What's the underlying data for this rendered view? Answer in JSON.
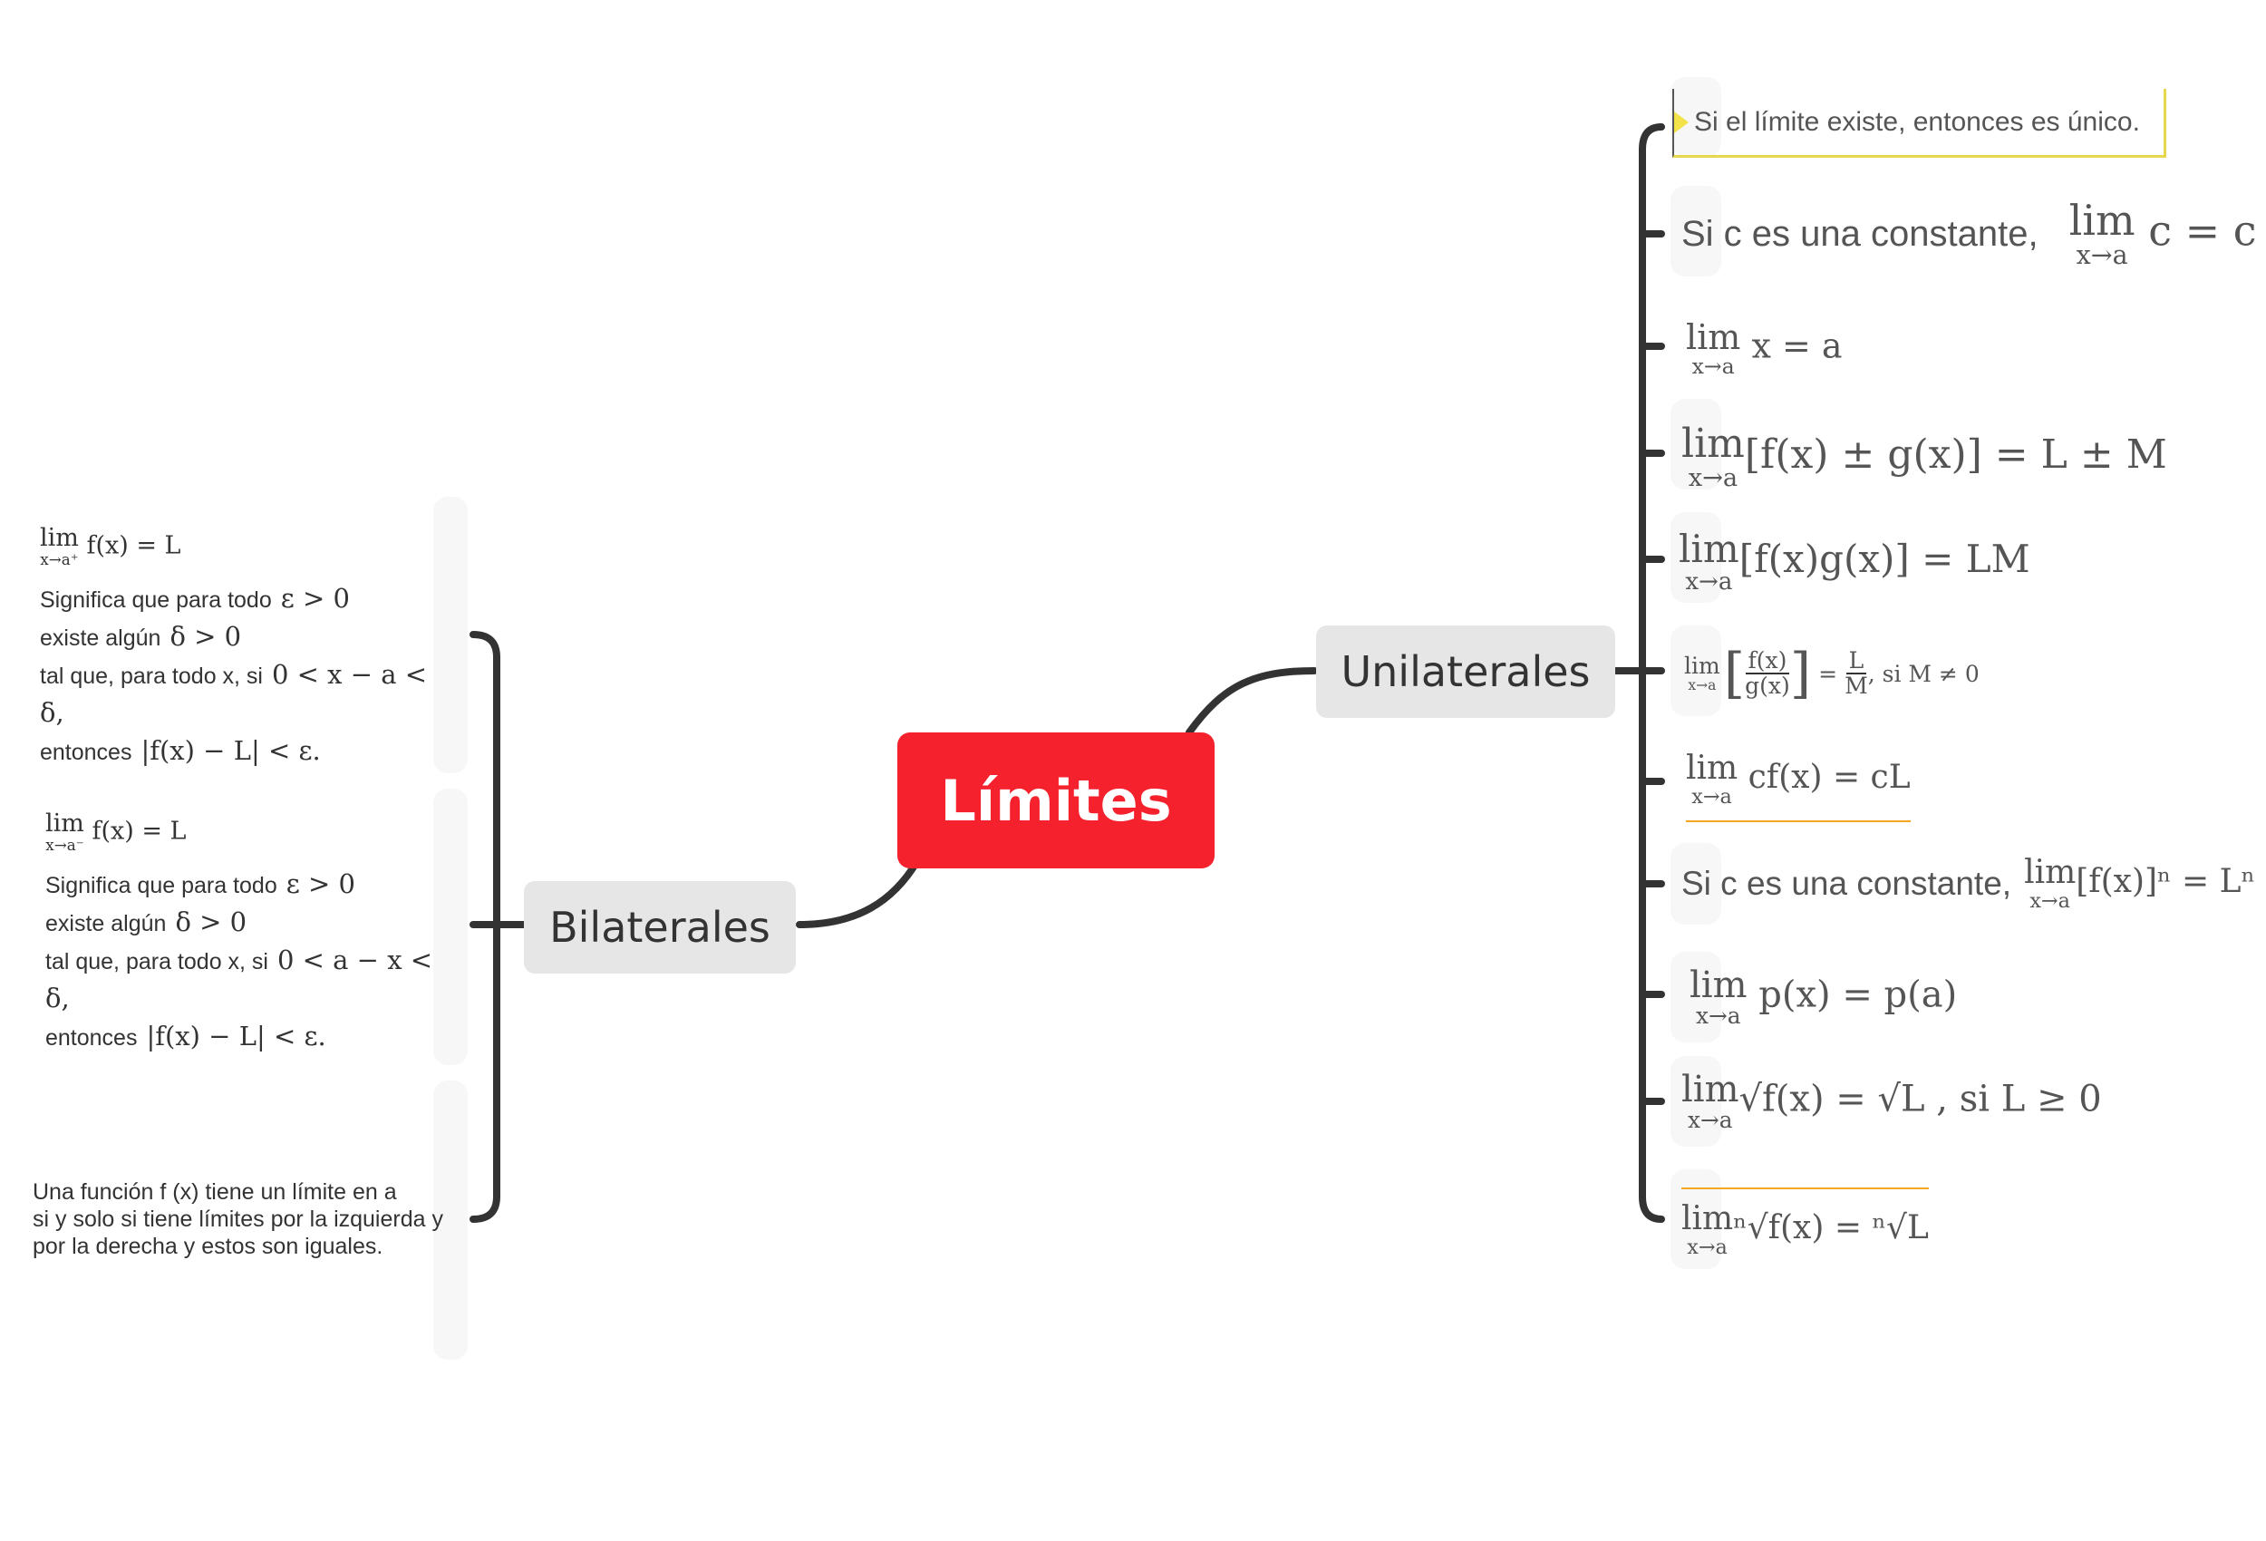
{
  "central": {
    "label": "Límites"
  },
  "branches": {
    "unilaterales": {
      "label": "Unilaterales"
    },
    "bilaterales": {
      "label": "Bilaterales"
    }
  },
  "left_leaves": {
    "right_limit": {
      "lim_word": "lim",
      "lim_sub": "x→a⁺",
      "lim_rhs": "f(x) = L",
      "line1_text": "Significa que para todo",
      "line1_math": "ε > 0",
      "line2_text": "existe algún",
      "line2_math": "δ > 0",
      "line3_text": "tal que, para todo x, si",
      "line3_math": "0 < x − a < δ,",
      "line4_text": "entonces",
      "line4_math": "|f(x) − L| < ε."
    },
    "left_limit": {
      "lim_word": "lim",
      "lim_sub": "x→a⁻",
      "lim_rhs": "f(x) = L",
      "line1_text": "Significa que para todo",
      "line1_math": "ε > 0",
      "line2_text": "existe algún",
      "line2_math": "δ > 0",
      "line3_text": "tal que, para todo x, si",
      "line3_math": "0 < a − x < δ,",
      "line4_text": "entonces",
      "line4_math": "|f(x) − L| < ε."
    },
    "existence": {
      "line1": "Una función f (x)  tiene un límite en a",
      "line2": "si y solo si tiene  límites por la izquierda y",
      "line3": "por la derecha y estos son iguales."
    }
  },
  "right_leaves": {
    "unique": "Si el límite existe, entonces es único.",
    "constant_text": "Si c es una constante,",
    "constant_lim": "lim",
    "constant_sub": "x→a",
    "constant_rhs": "c = c",
    "identity_lim": "lim",
    "identity_sub": "x→a",
    "identity_rhs": "x = a",
    "sum_lim": "lim",
    "sum_sub": "x→a",
    "sum_rhs": "[f(x) ± g(x)] = L ± M",
    "product_lim": "lim",
    "product_sub": "x→a",
    "product_rhs": "[f(x)g(x)] = LM",
    "quotient_lim": "lim",
    "quotient_sub": "x→a",
    "quotient_num": "f(x)",
    "quotient_den": "g(x)",
    "quotient_eq": "=",
    "quotient_rnum": "L",
    "quotient_rden": "M",
    "quotient_cond": ",  si M ≠ 0",
    "scalar_lim": "lim",
    "scalar_sub": "x→a",
    "scalar_rhs": "cf(x) = cL",
    "power_text": "Si c es una constante,",
    "power_lim": "lim",
    "power_sub": "x→a",
    "power_rhs": "[f(x)]ⁿ = Lⁿ",
    "poly_lim": "lim",
    "poly_sub": "x→a",
    "poly_rhs": "p(x) = p(a)",
    "sqrt_lim": "lim",
    "sqrt_sub": "x→a",
    "sqrt_rhs": "√f(x) = √L , si L ≥ 0",
    "nroot_lim": "lim",
    "nroot_sub": "x→a",
    "nroot_rhs": "ⁿ√f(x) = ⁿ√L"
  },
  "colors": {
    "central_fill": "#f5222d",
    "branch_fill": "#e6e6e6",
    "connector": "#333333",
    "highlight_border": "#e6d84a",
    "underline_orange": "#f5a623"
  },
  "icons": {
    "pointer": "pointer-icon"
  }
}
